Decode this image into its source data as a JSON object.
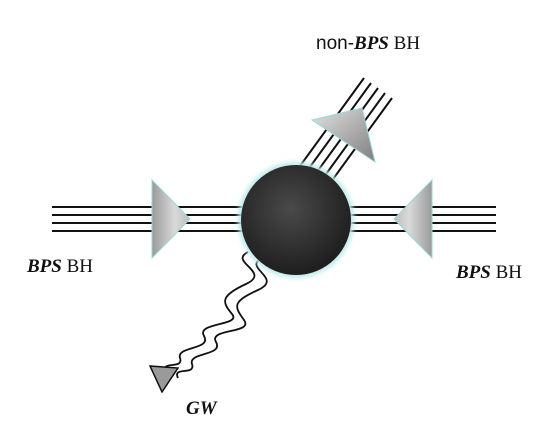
{
  "labels": {
    "left_bps": {
      "bold": "BPS",
      "rest": " BH"
    },
    "right_bps": {
      "bold": "BPS",
      "rest": " BH"
    },
    "non_bps": {
      "prefix": "non-",
      "bold": "BPS",
      "rest": " BH"
    },
    "gw": {
      "bold": "GW"
    }
  },
  "colors": {
    "blob": "#2a2a2a",
    "glow": "#bfe9ea",
    "lines": "#111111",
    "arrow_light": "#e6e6e6",
    "arrow_dark": "#8a8a8a"
  }
}
